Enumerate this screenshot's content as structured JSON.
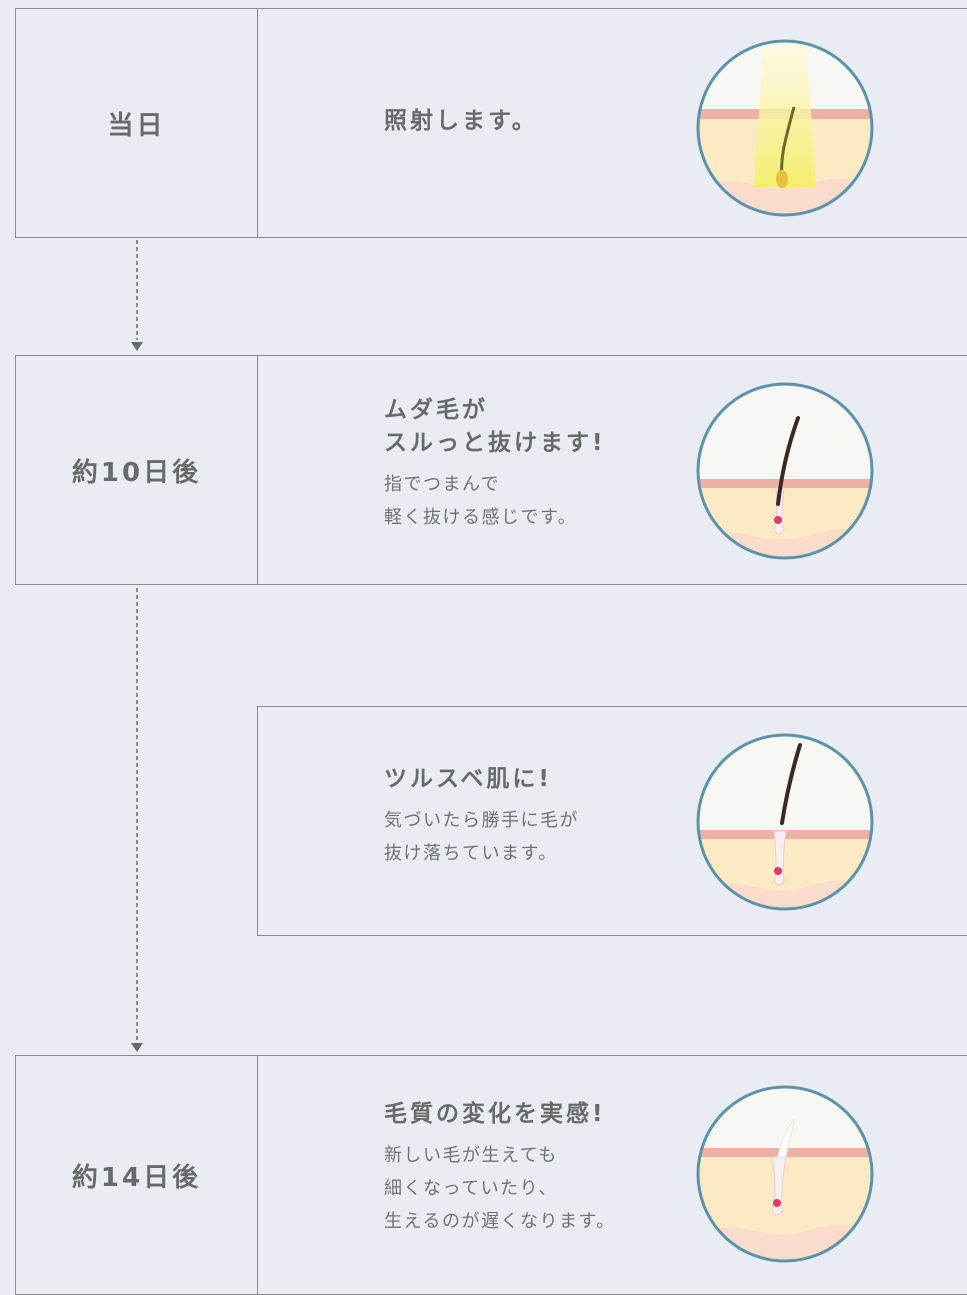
{
  "steps": [
    {
      "day": "当日",
      "headline_lines": [
        "照射します。"
      ],
      "desc_lines": [],
      "illustration": "irradiation-icon"
    },
    {
      "day": "約10日後",
      "headline_lines": [
        "ムダ毛が",
        "スルっと抜けます!"
      ],
      "desc_lines": [
        "指でつまんで",
        "軽く抜ける感じです。"
      ],
      "illustration": "hair-loosening-icon"
    },
    {
      "day": "",
      "headline_lines": [
        "ツルスベ肌に!"
      ],
      "desc_lines": [
        "気づいたら勝手に毛が",
        "抜け落ちています。"
      ],
      "illustration": "hair-falling-icon"
    },
    {
      "day": "約14日後",
      "headline_lines": [
        "毛質の変化を実感!"
      ],
      "desc_lines": [
        "新しい毛が生えても",
        "細くなっていたり、",
        "生えるのが遅くなります。"
      ],
      "illustration": "thin-hair-icon"
    }
  ],
  "colors": {
    "background": "#e9edf3",
    "border": "#8a8a8a",
    "circle_ring": "#5b94aa",
    "skin": "#fbeac3",
    "skin_edge": "#eeb1a6",
    "light_beam": "#f4ee6a",
    "hair": "#3a2a22",
    "follicle": "#e03a6a"
  }
}
